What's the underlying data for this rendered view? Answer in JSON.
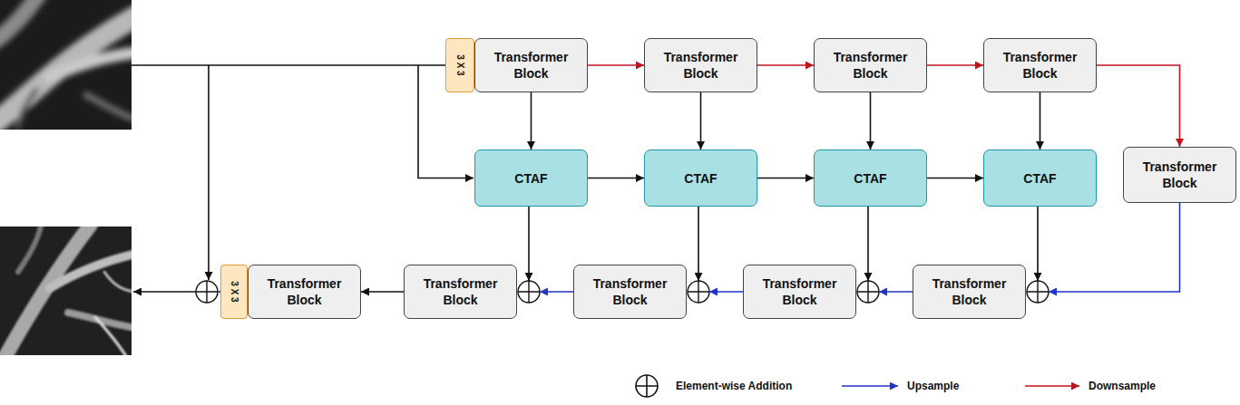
{
  "diagram": {
    "nodes": [
      {
        "text": [
          "3 X 3"
        ]
      },
      {
        "text": [
          "Transformer Block"
        ]
      },
      {
        "text": [
          "Transformer Block"
        ]
      },
      {
        "text": [
          "Transformer Block"
        ]
      },
      {
        "text": [
          "Transformer Block"
        ]
      },
      {
        "text": [
          "CTAF"
        ]
      },
      {
        "text": [
          "CTAF"
        ]
      },
      {
        "text": [
          "CTAF"
        ]
      },
      {
        "text": [
          "CTAF"
        ]
      },
      {
        "text": [
          "Transformer Block"
        ]
      },
      {
        "text": [
          "Transformer Block"
        ]
      },
      {
        "text": [
          "Transformer Block"
        ]
      },
      {
        "text": [
          "Transformer Block"
        ]
      },
      {
        "text": [
          "Transformer Block"
        ]
      },
      {
        "text": [
          "Transformer Block"
        ]
      },
      {
        "text": [
          "3 X 3"
        ]
      }
    ],
    "edges": [
      {
        "from": 1,
        "to": 2,
        "arrow": "to"
      },
      {
        "from": 2,
        "to": 3,
        "arrow": "to"
      },
      {
        "from": 3,
        "to": 4,
        "arrow": "to"
      },
      {
        "from": 4,
        "to": 9,
        "arrow": "to"
      },
      {
        "from": 1,
        "to": 5,
        "arrow": "to"
      },
      {
        "from": 2,
        "to": 6,
        "arrow": "to"
      },
      {
        "from": 3,
        "to": 7,
        "arrow": "to"
      },
      {
        "from": 4,
        "to": 8,
        "arrow": "to"
      },
      {
        "from": 5,
        "to": 6,
        "arrow": "to"
      },
      {
        "from": 6,
        "to": 7,
        "arrow": "to"
      },
      {
        "from": 7,
        "to": 8,
        "arrow": "to"
      },
      {
        "from": 9,
        "to": 10,
        "arrow": "to"
      },
      {
        "from": 8,
        "to": 10,
        "arrow": "to"
      },
      {
        "from": 10,
        "to": 11,
        "arrow": "to"
      },
      {
        "from": 7,
        "to": 11,
        "arrow": "to"
      },
      {
        "from": 11,
        "to": 12,
        "arrow": "to"
      },
      {
        "from": 6,
        "to": 12,
        "arrow": "to"
      },
      {
        "from": 12,
        "to": 13,
        "arrow": "to"
      },
      {
        "from": 5,
        "to": 13,
        "arrow": "to"
      },
      {
        "from": 13,
        "to": 14,
        "arrow": "to"
      }
    ],
    "legend": [
      {
        "text": "Element-wise Addition"
      },
      {
        "text": "Upsample"
      },
      {
        "text": "Downsample"
      }
    ]
  }
}
